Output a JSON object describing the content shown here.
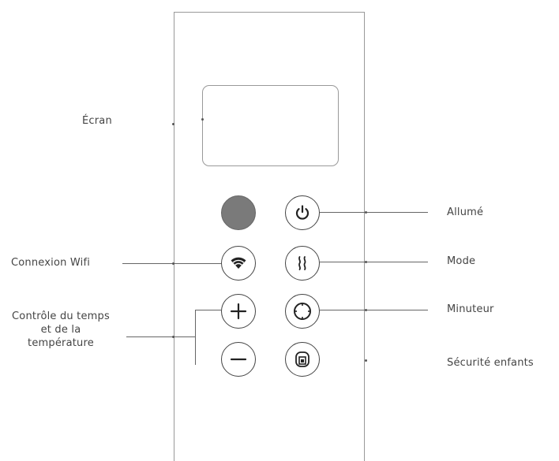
{
  "labels": {
    "screen": "Écran",
    "wifi": "Connexion Wifi",
    "time_temp": "Contrôle du temps et de la température",
    "power": "Allumé",
    "mode": "Mode",
    "timer": "Minuteur",
    "child_lock": "Sécurité enfants"
  },
  "buttons": [
    {
      "name": "indicator-light",
      "icon": "none"
    },
    {
      "name": "power-button",
      "icon": "power-icon"
    },
    {
      "name": "wifi-button",
      "icon": "wifi-icon"
    },
    {
      "name": "mode-button",
      "icon": "heat-waves-icon"
    },
    {
      "name": "plus-button",
      "icon": "plus-icon"
    },
    {
      "name": "timer-button",
      "icon": "clock-icon"
    },
    {
      "name": "minus-button",
      "icon": "minus-icon"
    },
    {
      "name": "child-lock-button",
      "icon": "lock-icon"
    }
  ],
  "colors": {
    "indicator": "#7a7a7a",
    "stroke": "#444444"
  }
}
